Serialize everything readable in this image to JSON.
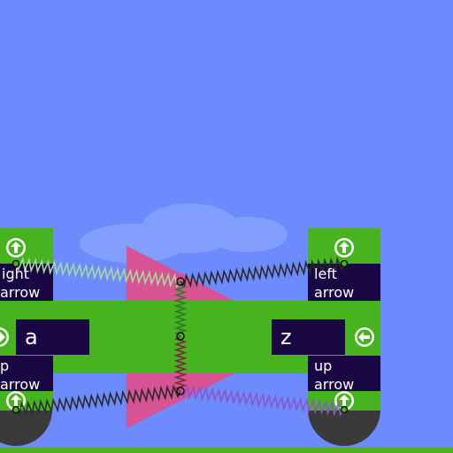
{
  "colors": {
    "sky": "#6d8bfd",
    "block_green": "#47b31f",
    "label_dark": "#1a0845",
    "triangle_pink": "#d85393",
    "wheel": "#3b3b3b",
    "ground": "#4caf1e",
    "cloud": "#8aa6ff"
  },
  "icons": {
    "arrow_up": "up-arrow-icon",
    "arrow_left": "left-arrow-icon",
    "arrow_right": "right-arrow-icon"
  },
  "left_unit": {
    "top_label_line1": "ight",
    "top_label_line2": "arrow",
    "bottom_label_line1": "p",
    "bottom_label_line2": "arrow"
  },
  "right_unit": {
    "top_label_line1": "left",
    "top_label_line2": "arrow",
    "bottom_label_line1": "up",
    "bottom_label_line2": "arrow"
  },
  "keys": {
    "left": "a",
    "right": "z"
  }
}
